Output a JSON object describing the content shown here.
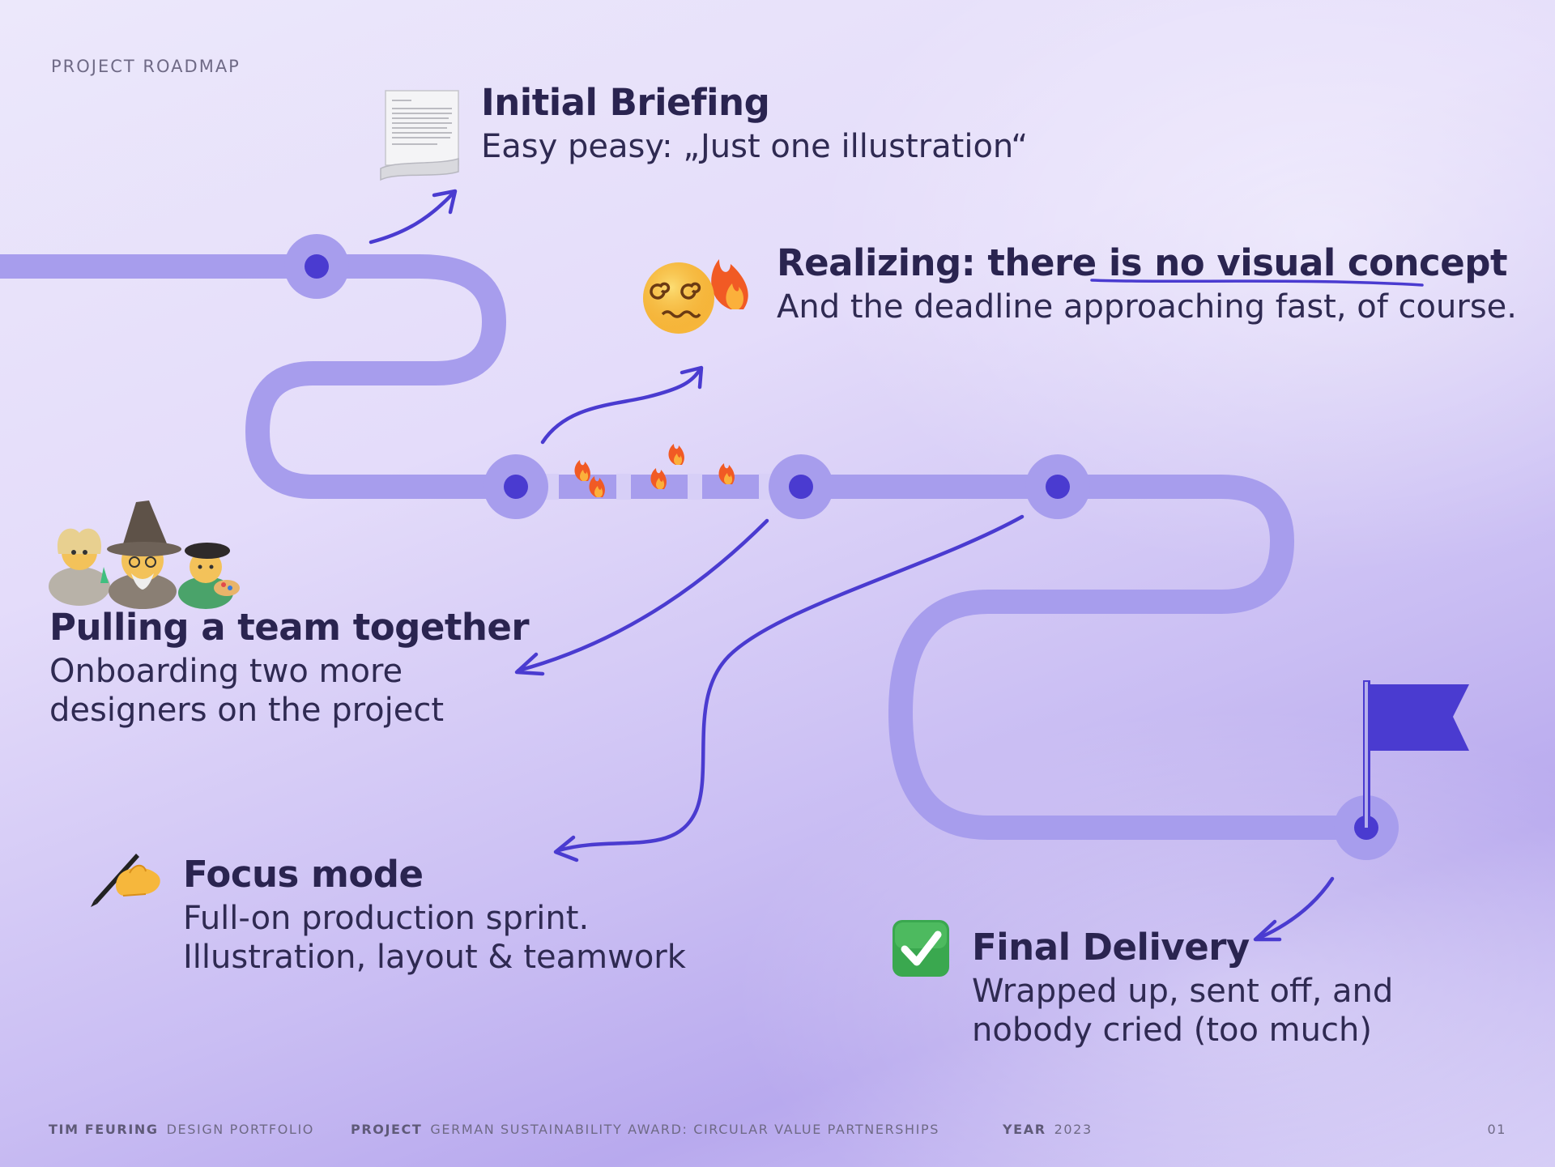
{
  "eyebrow": "PROJECT ROADMAP",
  "colors": {
    "road": "#a79ded",
    "node_outer": "#a79ded",
    "node_dot": "#4a3bd0",
    "arrow": "#4a3bd0",
    "flag": "#4a3bd0",
    "text_dark": "#2a2450"
  },
  "milestones": [
    {
      "title": "Initial Briefing",
      "desc_lines": [
        "Easy peasy: „Just one illustration“"
      ],
      "icon": "document-scroll-icon"
    },
    {
      "title_prefix": "Realizing: there is ",
      "title_highlight": "no visual concept",
      "desc_lines": [
        "And the deadline approaching fast, of course."
      ],
      "icon": "dizzy-face-fire-icon"
    },
    {
      "title": "Pulling a team together",
      "desc_lines": [
        "Onboarding two more",
        "designers on the project"
      ],
      "icon": "team-mages-artist-icon"
    },
    {
      "title": "Focus mode",
      "desc_lines": [
        "Full-on production sprint.",
        "Illustration, layout & teamwork"
      ],
      "icon": "writing-hand-icon"
    },
    {
      "title": "Final Delivery",
      "desc_lines": [
        "Wrapped up, sent off, and",
        "nobody cried (too much)"
      ],
      "icon": "check-mark-button-icon"
    }
  ],
  "footer": {
    "author_label": "TIM FEURING",
    "author_value": "DESIGN PORTFOLIO",
    "project_label": "PROJECT",
    "project_value": "GERMAN SUSTAINABILITY AWARD: CIRCULAR VALUE PARTNERSHIPS",
    "year_label": "YEAR",
    "year_value": "2023",
    "page": "01"
  }
}
